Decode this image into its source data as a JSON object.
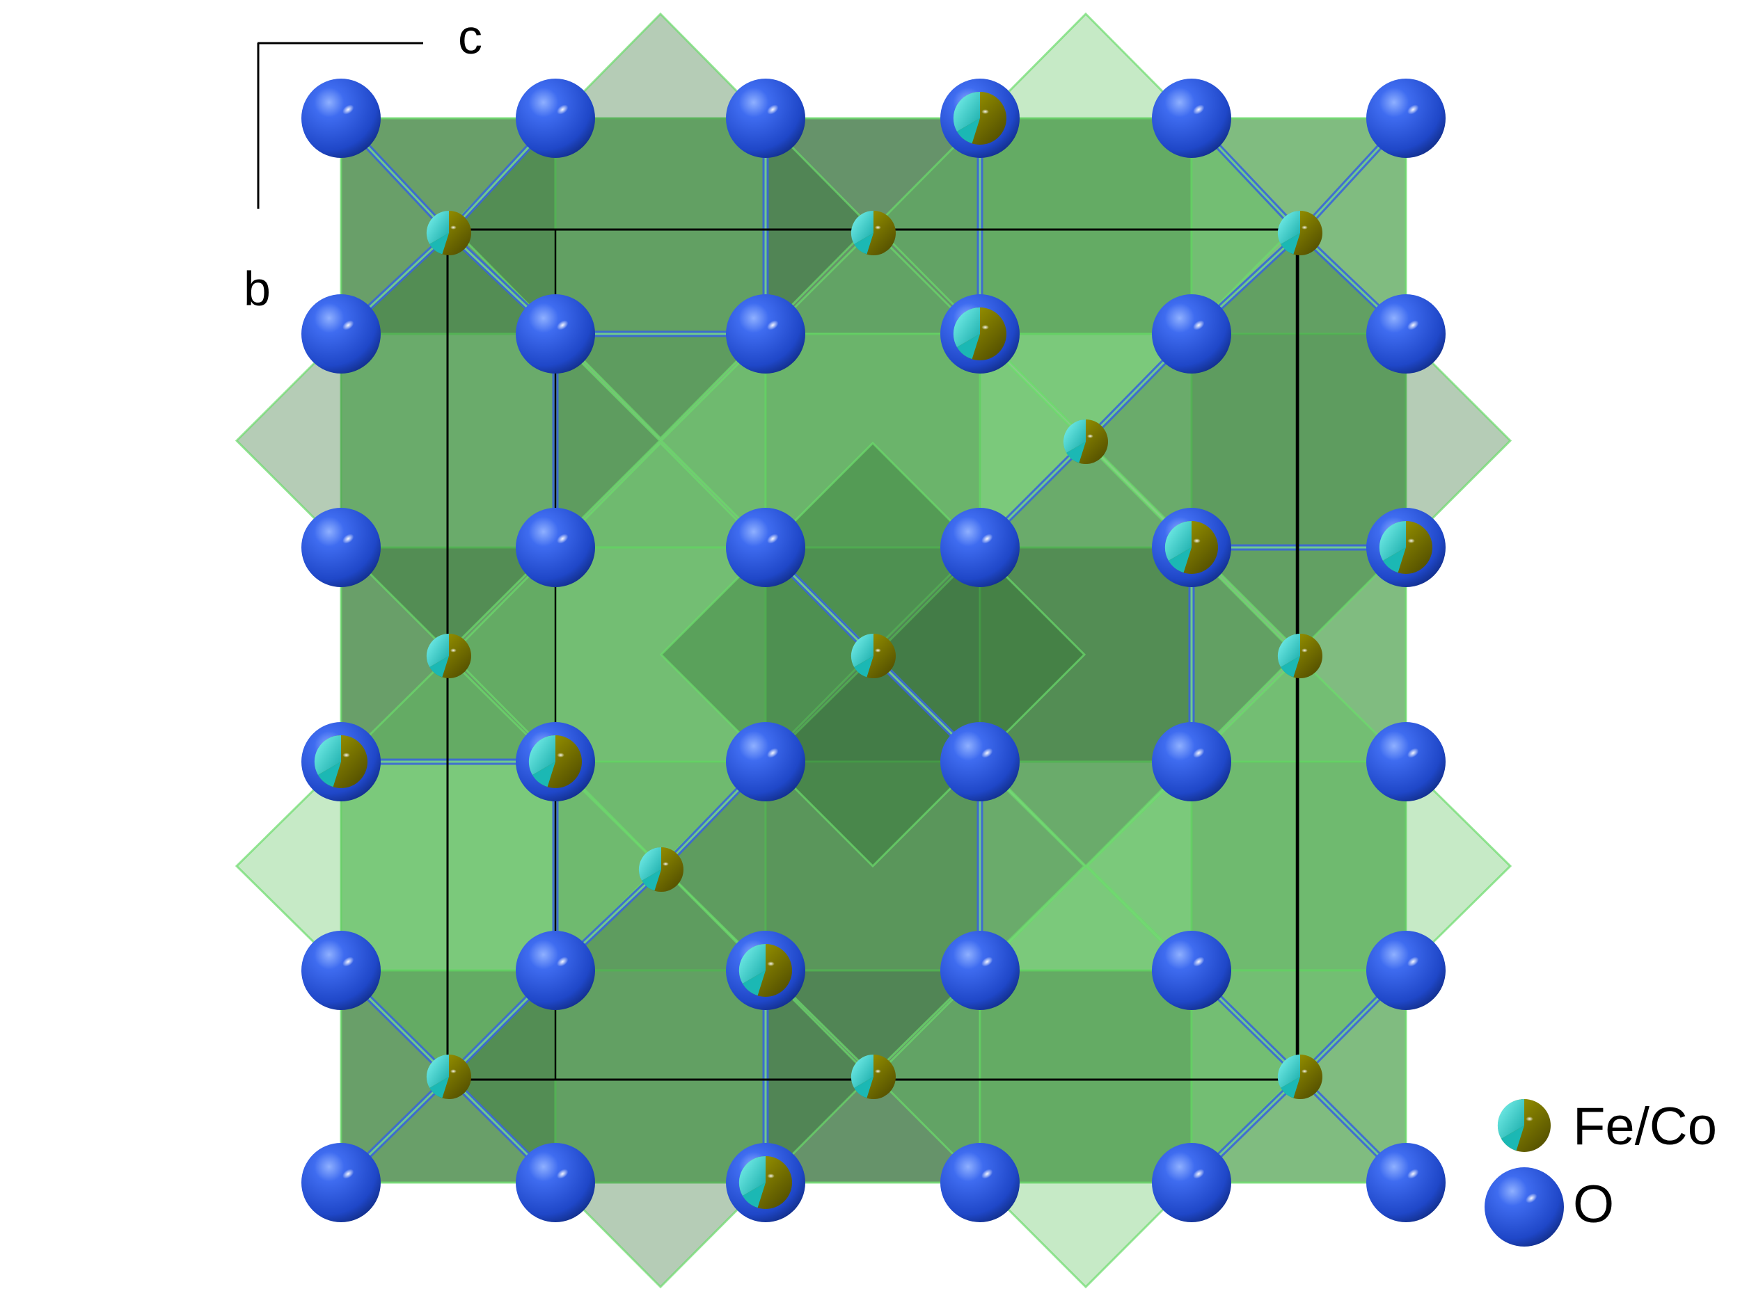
{
  "axes": {
    "horizontal": "c",
    "vertical": "b"
  },
  "legend": [
    {
      "label": "Fe/Co",
      "icon": "fe-co-atom-icon",
      "colors": [
        "#2ad4d0",
        "#6a6a00"
      ]
    },
    {
      "label": "O",
      "icon": "oxygen-atom-icon",
      "colors": [
        "#2d5ce6"
      ]
    }
  ],
  "colors": {
    "oxygen": "#2d5ce6",
    "iron_cobalt_cyan": "#2ad4d0",
    "iron_cobalt_olive": "#6a6a00",
    "polyhedra": "#3f8e3f",
    "polyhedra_edge": "#6bdb6b",
    "unit_cell": "#000000"
  }
}
